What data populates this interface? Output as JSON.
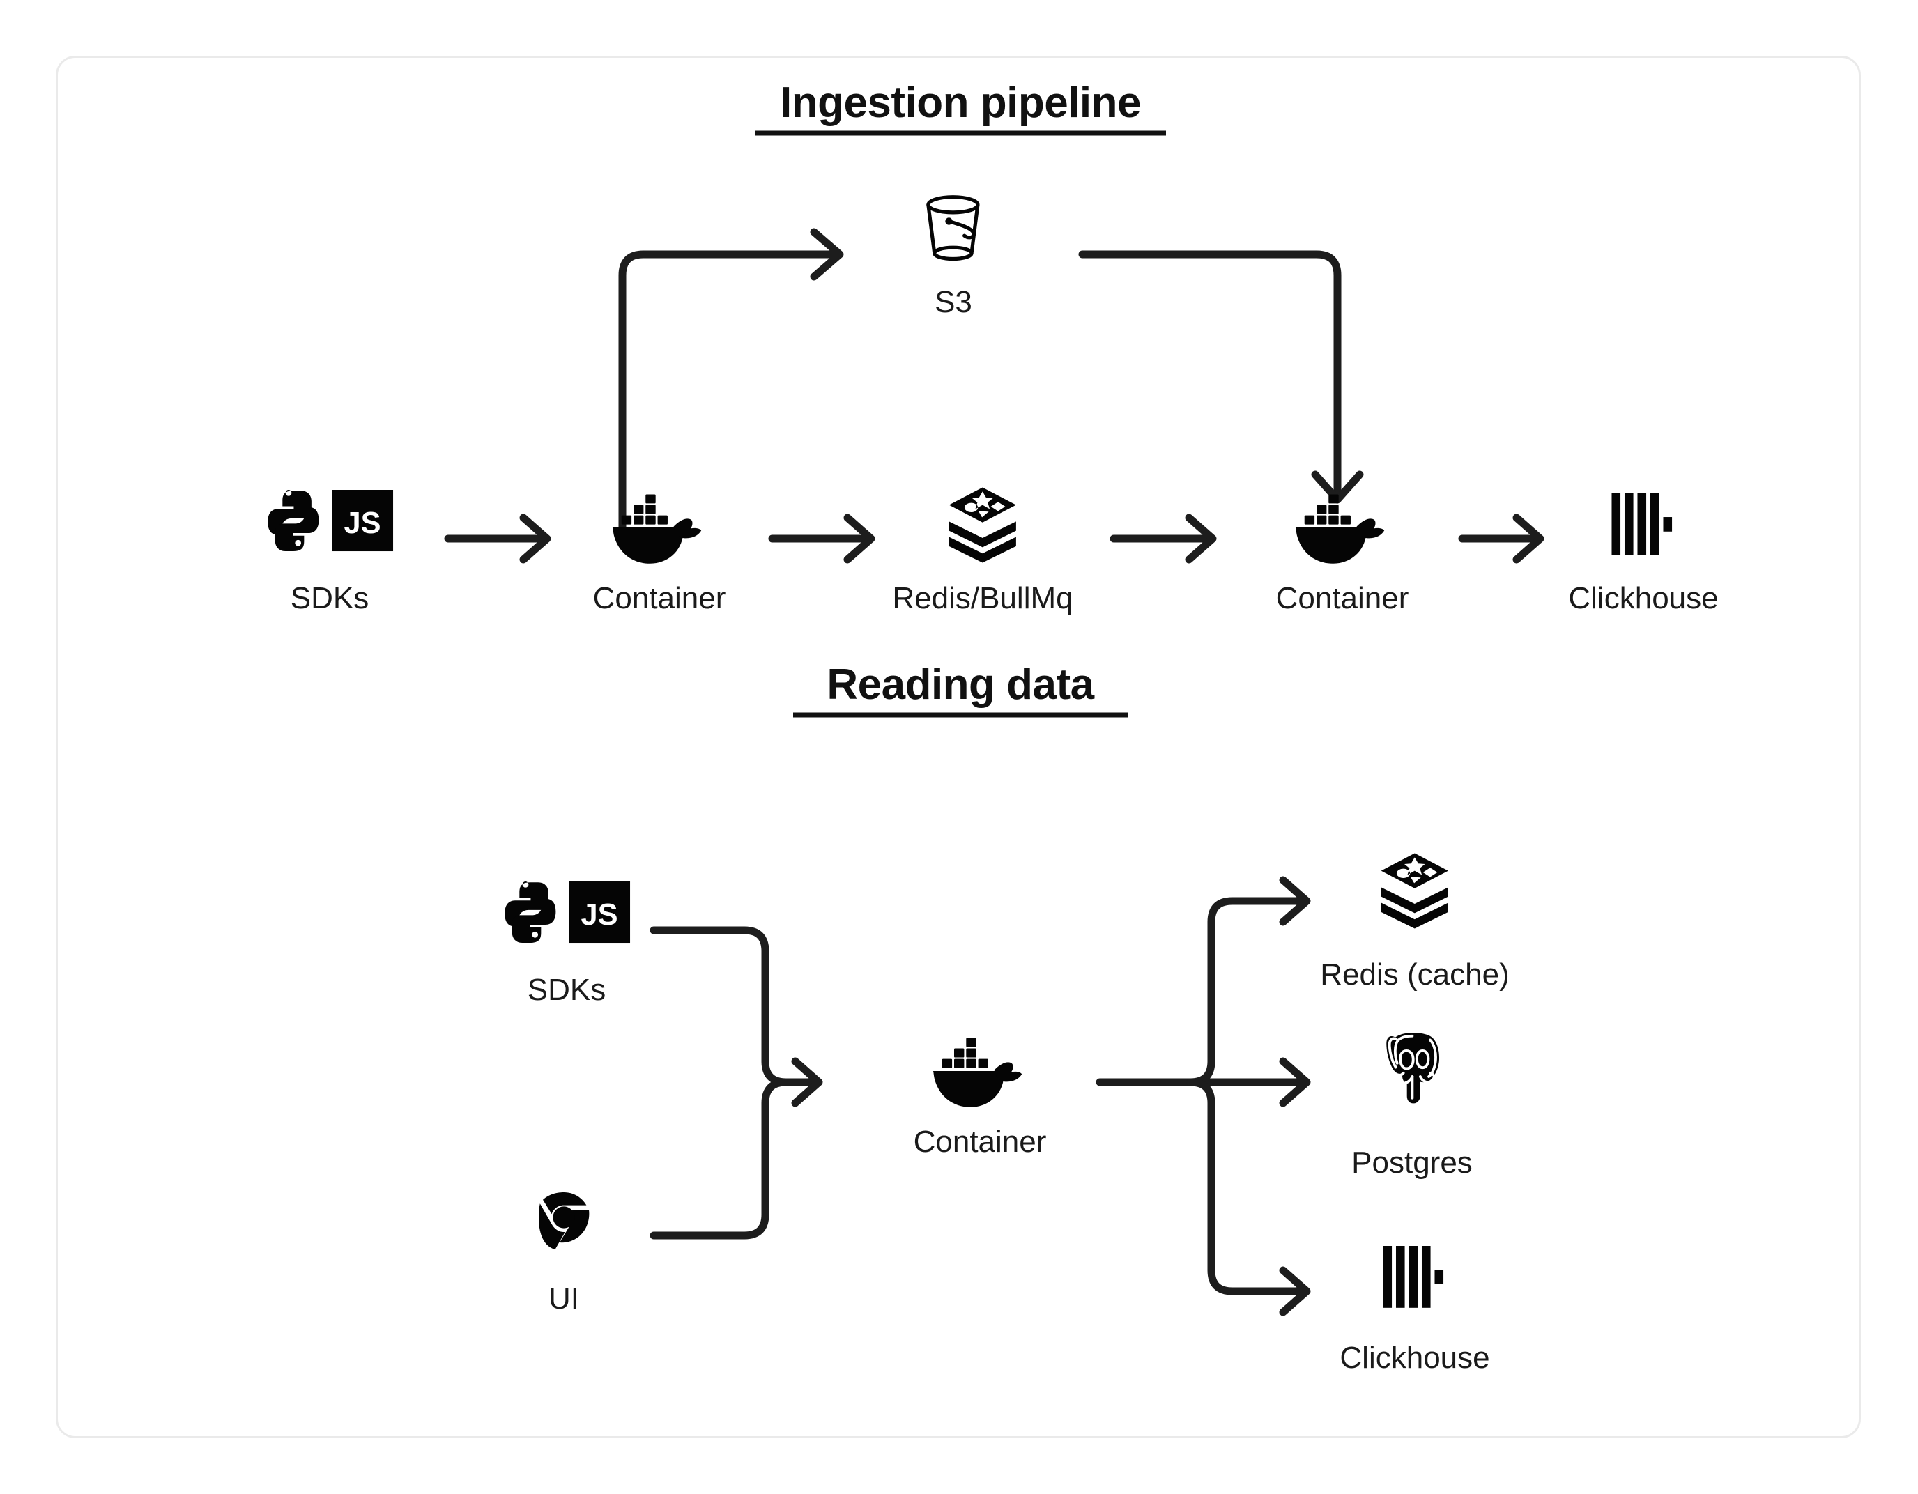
{
  "card": {
    "border_color": "#eaeaea",
    "background": "#ffffff"
  },
  "sections": [
    {
      "id": "ingestion",
      "title": "Ingestion pipeline",
      "nodes": [
        {
          "id": "sdks-top",
          "label": "SDKs",
          "icons": [
            "python-icon",
            "javascript-icon"
          ]
        },
        {
          "id": "container-1",
          "label": "Container",
          "icons": [
            "docker-icon"
          ]
        },
        {
          "id": "redis-bullmq",
          "label": "Redis/BullMq",
          "icons": [
            "redis-icon"
          ]
        },
        {
          "id": "s3",
          "label": "S3",
          "icons": [
            "s3-bucket-icon"
          ]
        },
        {
          "id": "container-2",
          "label": "Container",
          "icons": [
            "docker-icon"
          ]
        },
        {
          "id": "clickhouse-top",
          "label": "Clickhouse",
          "icons": [
            "clickhouse-icon"
          ]
        }
      ],
      "edges": [
        {
          "from": "sdks-top",
          "to": "container-1",
          "style": "straight"
        },
        {
          "from": "container-1",
          "to": "s3",
          "style": "up-then-right"
        },
        {
          "from": "container-1",
          "to": "redis-bullmq",
          "style": "straight"
        },
        {
          "from": "redis-bullmq",
          "to": "container-2",
          "style": "straight"
        },
        {
          "from": "s3",
          "to": "container-2",
          "style": "right-then-down"
        },
        {
          "from": "container-2",
          "to": "clickhouse-top",
          "style": "straight"
        }
      ]
    },
    {
      "id": "reading",
      "title": "Reading data",
      "nodes": [
        {
          "id": "sdks-bottom",
          "label": "SDKs",
          "icons": [
            "python-icon",
            "javascript-icon"
          ]
        },
        {
          "id": "ui",
          "label": "UI",
          "icons": [
            "chrome-icon"
          ]
        },
        {
          "id": "container-3",
          "label": "Container",
          "icons": [
            "docker-icon"
          ]
        },
        {
          "id": "redis-cache",
          "label": "Redis (cache)",
          "icons": [
            "redis-icon"
          ]
        },
        {
          "id": "postgres",
          "label": "Postgres",
          "icons": [
            "postgres-icon"
          ]
        },
        {
          "id": "clickhouse-bottom",
          "label": "Clickhouse",
          "icons": [
            "clickhouse-icon"
          ]
        }
      ],
      "edges": [
        {
          "from": "sdks-bottom",
          "to": "container-3",
          "style": "merge"
        },
        {
          "from": "ui",
          "to": "container-3",
          "style": "merge"
        },
        {
          "from": "container-3",
          "to": "redis-cache",
          "style": "split-up"
        },
        {
          "from": "container-3",
          "to": "postgres",
          "style": "split-straight"
        },
        {
          "from": "container-3",
          "to": "clickhouse-bottom",
          "style": "split-down"
        }
      ]
    }
  ],
  "icons": {
    "javascript_badge_text": "JS"
  },
  "colors": {
    "ink": "#111111",
    "line": "#1d1d1d",
    "icon": "#050505",
    "card_border": "#eaeaea",
    "badge_text": "#ffffff"
  }
}
